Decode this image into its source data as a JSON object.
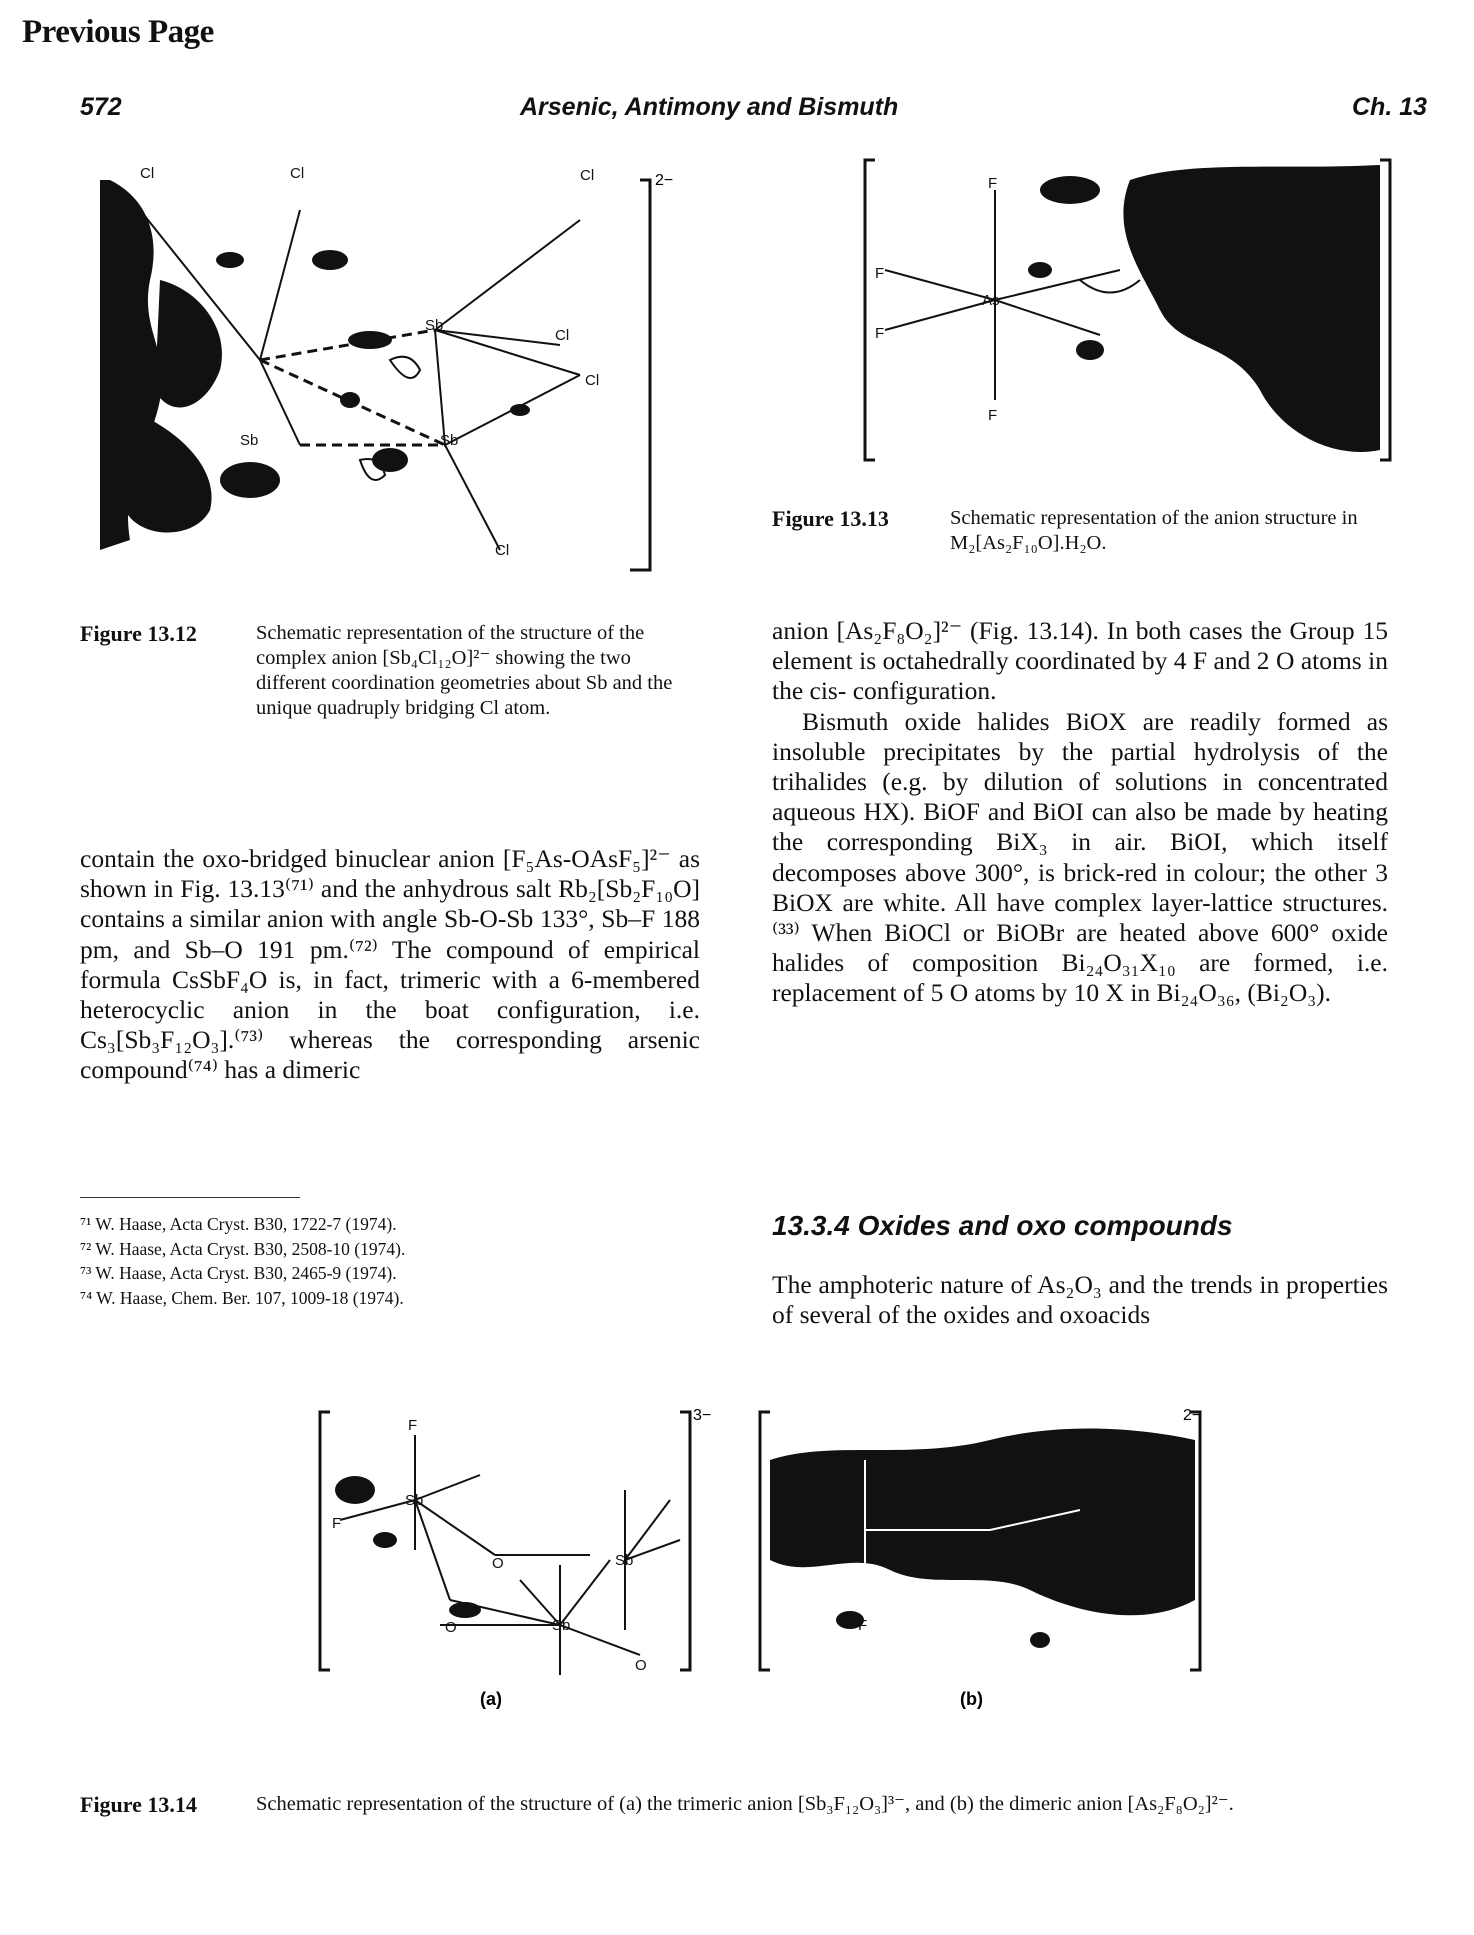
{
  "nav": {
    "previous_page": "Previous Page"
  },
  "header": {
    "page_number": "572",
    "title": "Arsenic, Antimony and Bismuth",
    "chapter": "Ch. 13"
  },
  "figures": {
    "fig_13_12": {
      "label": "Figure 13.12",
      "caption": "Schematic representation of the structure of the complex anion [Sb₄Cl₁₂O]²⁻ showing the two different coordination geometries about Sb and the unique quadruply bridging Cl atom.",
      "charge": "2−",
      "atoms": {
        "cl": "Cl",
        "sb": "Sb"
      }
    },
    "fig_13_13": {
      "label": "Figure 13.13",
      "caption": "Schematic representation of the anion structure in M₂[As₂F₁₀O].H₂O.",
      "atoms": {
        "f": "F",
        "as": "As"
      }
    },
    "fig_13_14": {
      "label": "Figure 13.14",
      "caption": "Schematic representation of the structure of (a) the trimeric anion [Sb₃F₁₂O₃]³⁻, and (b) the dimeric anion [As₂F₈O₂]²⁻.",
      "panel_a": "(a)",
      "panel_b": "(b)",
      "charge_a": "3−",
      "charge_b": "2−",
      "atoms": {
        "f": "F",
        "sb": "Sb",
        "o": "O"
      }
    }
  },
  "left_column": {
    "paragraph": "contain the oxo-bridged binuclear anion [F₅As-OAsF₅]²⁻ as shown in Fig. 13.13⁽⁷¹⁾ and the anhydrous salt Rb₂[Sb₂F₁₀O] contains a similar anion with angle Sb-O-Sb 133°, Sb–F 188 pm, and Sb–O 191 pm.⁽⁷²⁾ The compound of empirical formula CsSbF₄O is, in fact, trimeric with a 6-membered heterocyclic anion in the boat configuration, i.e. Cs₃[Sb₃F₁₂O₃].⁽⁷³⁾ whereas the corresponding arsenic compound⁽⁷⁴⁾ has a dimeric"
  },
  "footnotes": [
    "⁷¹ W. Haase, Acta Cryst. B30, 1722-7 (1974).",
    "⁷² W. Haase, Acta Cryst. B30, 2508-10 (1974).",
    "⁷³ W. Haase, Acta Cryst. B30, 2465-9 (1974).",
    "⁷⁴ W. Haase, Chem. Ber. 107, 1009-18 (1974)."
  ],
  "right_column": {
    "paragraph_1": "anion [As₂F₈O₂]²⁻ (Fig. 13.14). In both cases the Group 15 element is octahedrally coordinated by 4 F and 2 O atoms in the cis- configuration.",
    "paragraph_2": "Bismuth oxide halides BiOX are readily formed as insoluble precipitates by the partial hydrolysis of the trihalides (e.g. by dilution of solutions in concentrated aqueous HX). BiOF and BiOI can also be made by heating the corresponding BiX₃ in air. BiOI, which itself decomposes above 300°, is brick-red in colour; the other 3 BiOX are white. All have complex layer-lattice structures.⁽³³⁾ When BiOCl or BiOBr are heated above 600° oxide halides of composition Bi₂₄O₃₁X₁₀ are formed, i.e. replacement of 5 O atoms by 10 X in Bi₂₄O₃₆, (Bi₂O₃).",
    "section_heading": "13.3.4 Oxides and oxo compounds",
    "paragraph_3": "The amphoteric nature of As₂O₃ and the trends in properties of several of the oxides and oxoacids"
  }
}
